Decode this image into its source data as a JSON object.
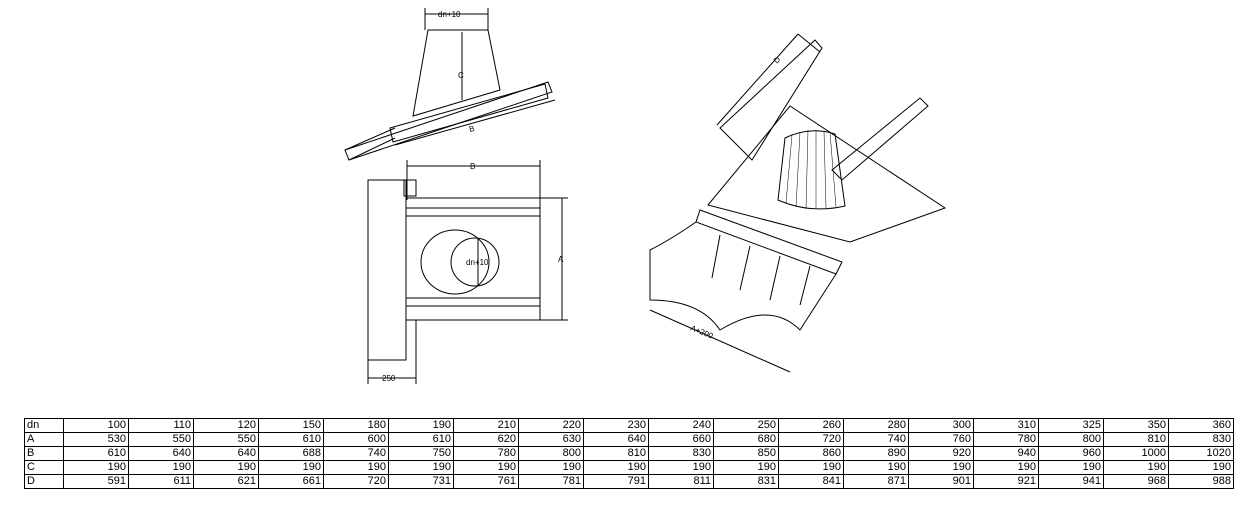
{
  "drawing_labels": {
    "elevation_dn": "dn+10",
    "elevation_c": "C",
    "elevation_b": "B",
    "plan_b": "B",
    "plan_a": "A",
    "plan_dn": "dn+10",
    "plan_250": "250",
    "iso_a200": "A+200",
    "iso_d": "D"
  },
  "table": {
    "rows": [
      {
        "label": "dn",
        "values": [
          "100",
          "110",
          "120",
          "150",
          "180",
          "190",
          "210",
          "220",
          "230",
          "240",
          "250",
          "260",
          "280",
          "300",
          "310",
          "325",
          "350",
          "360"
        ]
      },
      {
        "label": "A",
        "values": [
          "530",
          "550",
          "550",
          "610",
          "600",
          "610",
          "620",
          "630",
          "640",
          "660",
          "680",
          "720",
          "740",
          "760",
          "780",
          "800",
          "810",
          "830"
        ]
      },
      {
        "label": "B",
        "values": [
          "610",
          "640",
          "640",
          "688",
          "740",
          "750",
          "780",
          "800",
          "810",
          "830",
          "850",
          "860",
          "890",
          "920",
          "940",
          "960",
          "1000",
          "1020"
        ]
      },
      {
        "label": "C",
        "values": [
          "190",
          "190",
          "190",
          "190",
          "190",
          "190",
          "190",
          "190",
          "190",
          "190",
          "190",
          "190",
          "190",
          "190",
          "190",
          "190",
          "190",
          "190"
        ]
      },
      {
        "label": "D",
        "values": [
          "591",
          "611",
          "621",
          "661",
          "720",
          "731",
          "761",
          "781",
          "791",
          "811",
          "831",
          "841",
          "871",
          "901",
          "921",
          "941",
          "968",
          "988"
        ]
      }
    ]
  }
}
